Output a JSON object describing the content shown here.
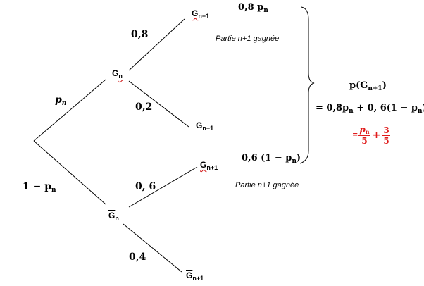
{
  "nodes": {
    "gn1_top": {
      "letter": "G",
      "sub": "n+1"
    },
    "gn": {
      "letter": "G",
      "sub": "n"
    },
    "gn1bar_upper": {
      "letter": "G",
      "sub": "n+1"
    },
    "gn1_lower": {
      "letter": "G",
      "sub": "n+1"
    },
    "gnbar": {
      "letter": "G",
      "sub": "n"
    },
    "gn1bar_bottom": {
      "letter": "G",
      "sub": "n+1"
    }
  },
  "branches": {
    "root_to_gn": {
      "prefix": "",
      "italic": "p",
      "sub": "n"
    },
    "root_to_gnbar": {
      "text": "1 − p",
      "sub": "n"
    },
    "gn_to_gn1": "0,8",
    "gn_to_gn1bar": "0,2",
    "gnbar_to_gn1": "0, 6",
    "gnbar_to_gn1bar": "0,4"
  },
  "path_probabilities": {
    "top": {
      "coef": "0,8 p",
      "sub": "n"
    },
    "lower": {
      "prefix": "0,6 (1 − p",
      "sub": "n",
      "suffix": ")"
    }
  },
  "notes": {
    "upper": "Partie n+1 gagnée",
    "lower": "Partie n+1 gagnée"
  },
  "result": {
    "line1": {
      "head": "p(G",
      "sub": "n+1",
      "tail": ")"
    },
    "line2": {
      "a": "= 0,8p",
      "a_sub": "n",
      "b": " + 0, 6(1 − p",
      "b_sub": "n",
      "c": ")"
    },
    "line3": {
      "eq": "=",
      "frac1_num": "p",
      "frac1_num_sub": "n",
      "frac1_den": "5",
      "plus": "+",
      "frac2_num": "3",
      "frac2_den": "5"
    }
  },
  "colors": {
    "ink": "#000000",
    "accent_red": "#e01b1b"
  }
}
